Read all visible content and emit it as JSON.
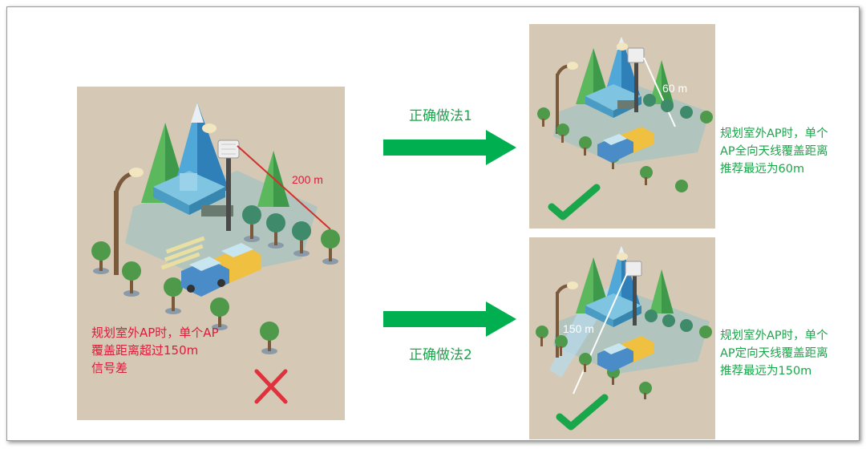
{
  "main": {
    "distance": "200 m",
    "description": "规划室外AP时，单个AP\n覆盖距离超过150m\n信号差",
    "status_icon": "cross-icon",
    "status_color": "#e0323c"
  },
  "option1": {
    "label": "正确做法1",
    "distance": "60 m",
    "description": "规划室外AP时，单个\nAP全向天线覆盖距离\n推荐最远为60m",
    "status_icon": "check-icon"
  },
  "option2": {
    "label": "正确做法2",
    "distance": "150 m",
    "description": "规划室外AP时，单个\nAP定向天线覆盖距离\n推荐最远为150m",
    "status_icon": "check-icon"
  },
  "colors": {
    "scene_bg": "#d5c8b5",
    "arrow": "#00b050",
    "correct_text": "#1aa64a",
    "wrong_text": "#d81e3a"
  }
}
